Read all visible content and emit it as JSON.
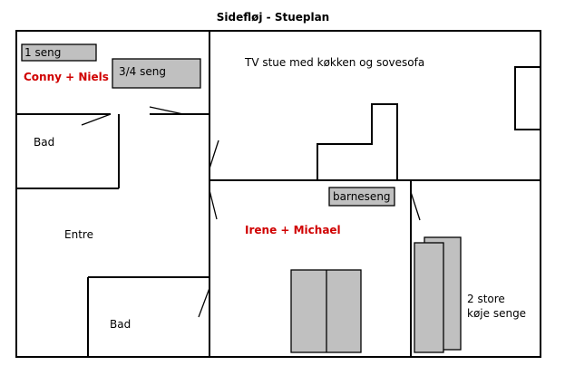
{
  "title": "Sidefløj - Stueplan",
  "colors": {
    "furniture": "#c0c0c0",
    "names": "#d00000",
    "line": "#000000"
  },
  "rooms": {
    "bedroom_top_left": {
      "bed_single": "1 seng",
      "bed_three_quarter": "3/4 seng",
      "occupants": "Conny + Niels"
    },
    "bath_top": "Bad",
    "entry": "Entre",
    "bath_bottom": "Bad",
    "living": "TV stue med køkken og sovesofa",
    "bedroom_middle": {
      "crib": "barneseng",
      "occupants": "Irene + Michael"
    },
    "bunk_room": {
      "line1": "2 store",
      "line2": "køje senge"
    }
  }
}
